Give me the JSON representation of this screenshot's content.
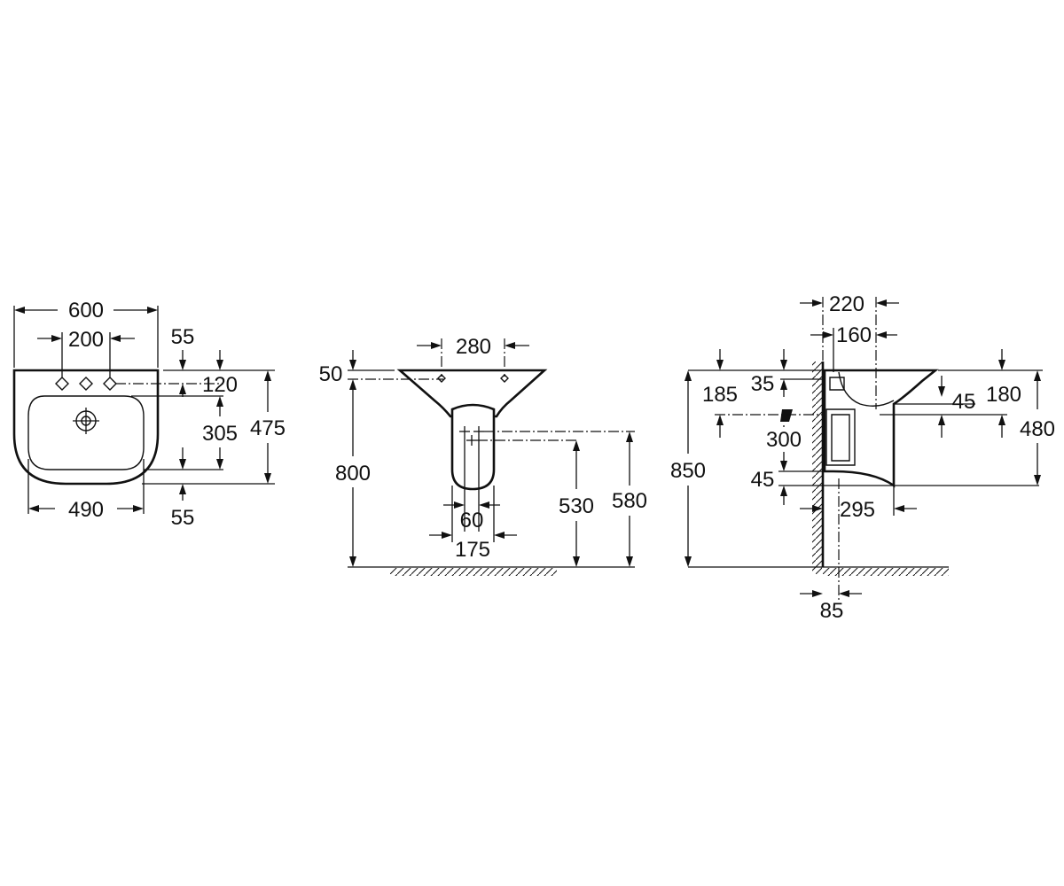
{
  "front_view": {
    "width_total": "600",
    "tap_spacing": "200",
    "top_to_holes": "55",
    "holes_offset": "120",
    "bowl_depth": "305",
    "total_height": "475",
    "bowl_width": "490",
    "bottom_offset": "55"
  },
  "pedestal_view": {
    "top_width": "280",
    "top_thickness": "50",
    "height_floor_to_rim": "800",
    "outlet_width": "60",
    "pedestal_width": "175",
    "drain_height_530": "530",
    "drain_height_580": "580"
  },
  "side_view": {
    "projection_220": "220",
    "projection_160": "160",
    "rim_35": "35",
    "dim_185": "185",
    "dim_45_upper": "45",
    "dim_180": "180",
    "dim_480": "480",
    "height_850": "850",
    "dim_300": "300",
    "dim_45_lower": "45",
    "dim_295": "295",
    "wall_85": "85"
  }
}
